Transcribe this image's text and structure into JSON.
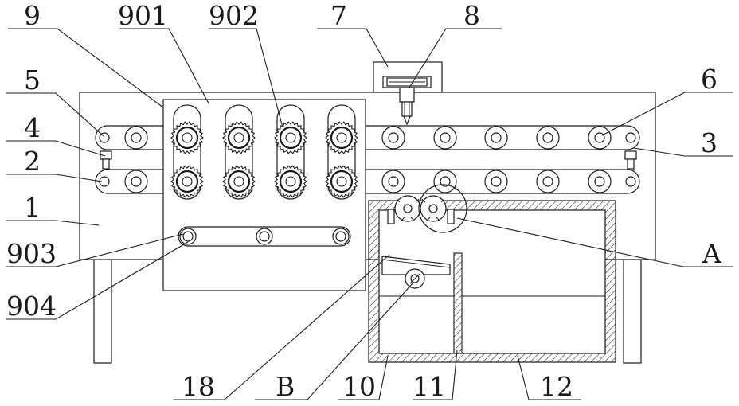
{
  "labels": {
    "l9": "9",
    "l901": "901",
    "l902": "902",
    "l7": "7",
    "l8": "8",
    "l5": "5",
    "l6": "6",
    "l4": "4",
    "l3": "3",
    "l2": "2",
    "l1": "1",
    "lA": "A",
    "l903": "903",
    "l904": "904",
    "l18": "18",
    "lB": "B",
    "l10": "10",
    "l11": "11",
    "l12": "12"
  }
}
